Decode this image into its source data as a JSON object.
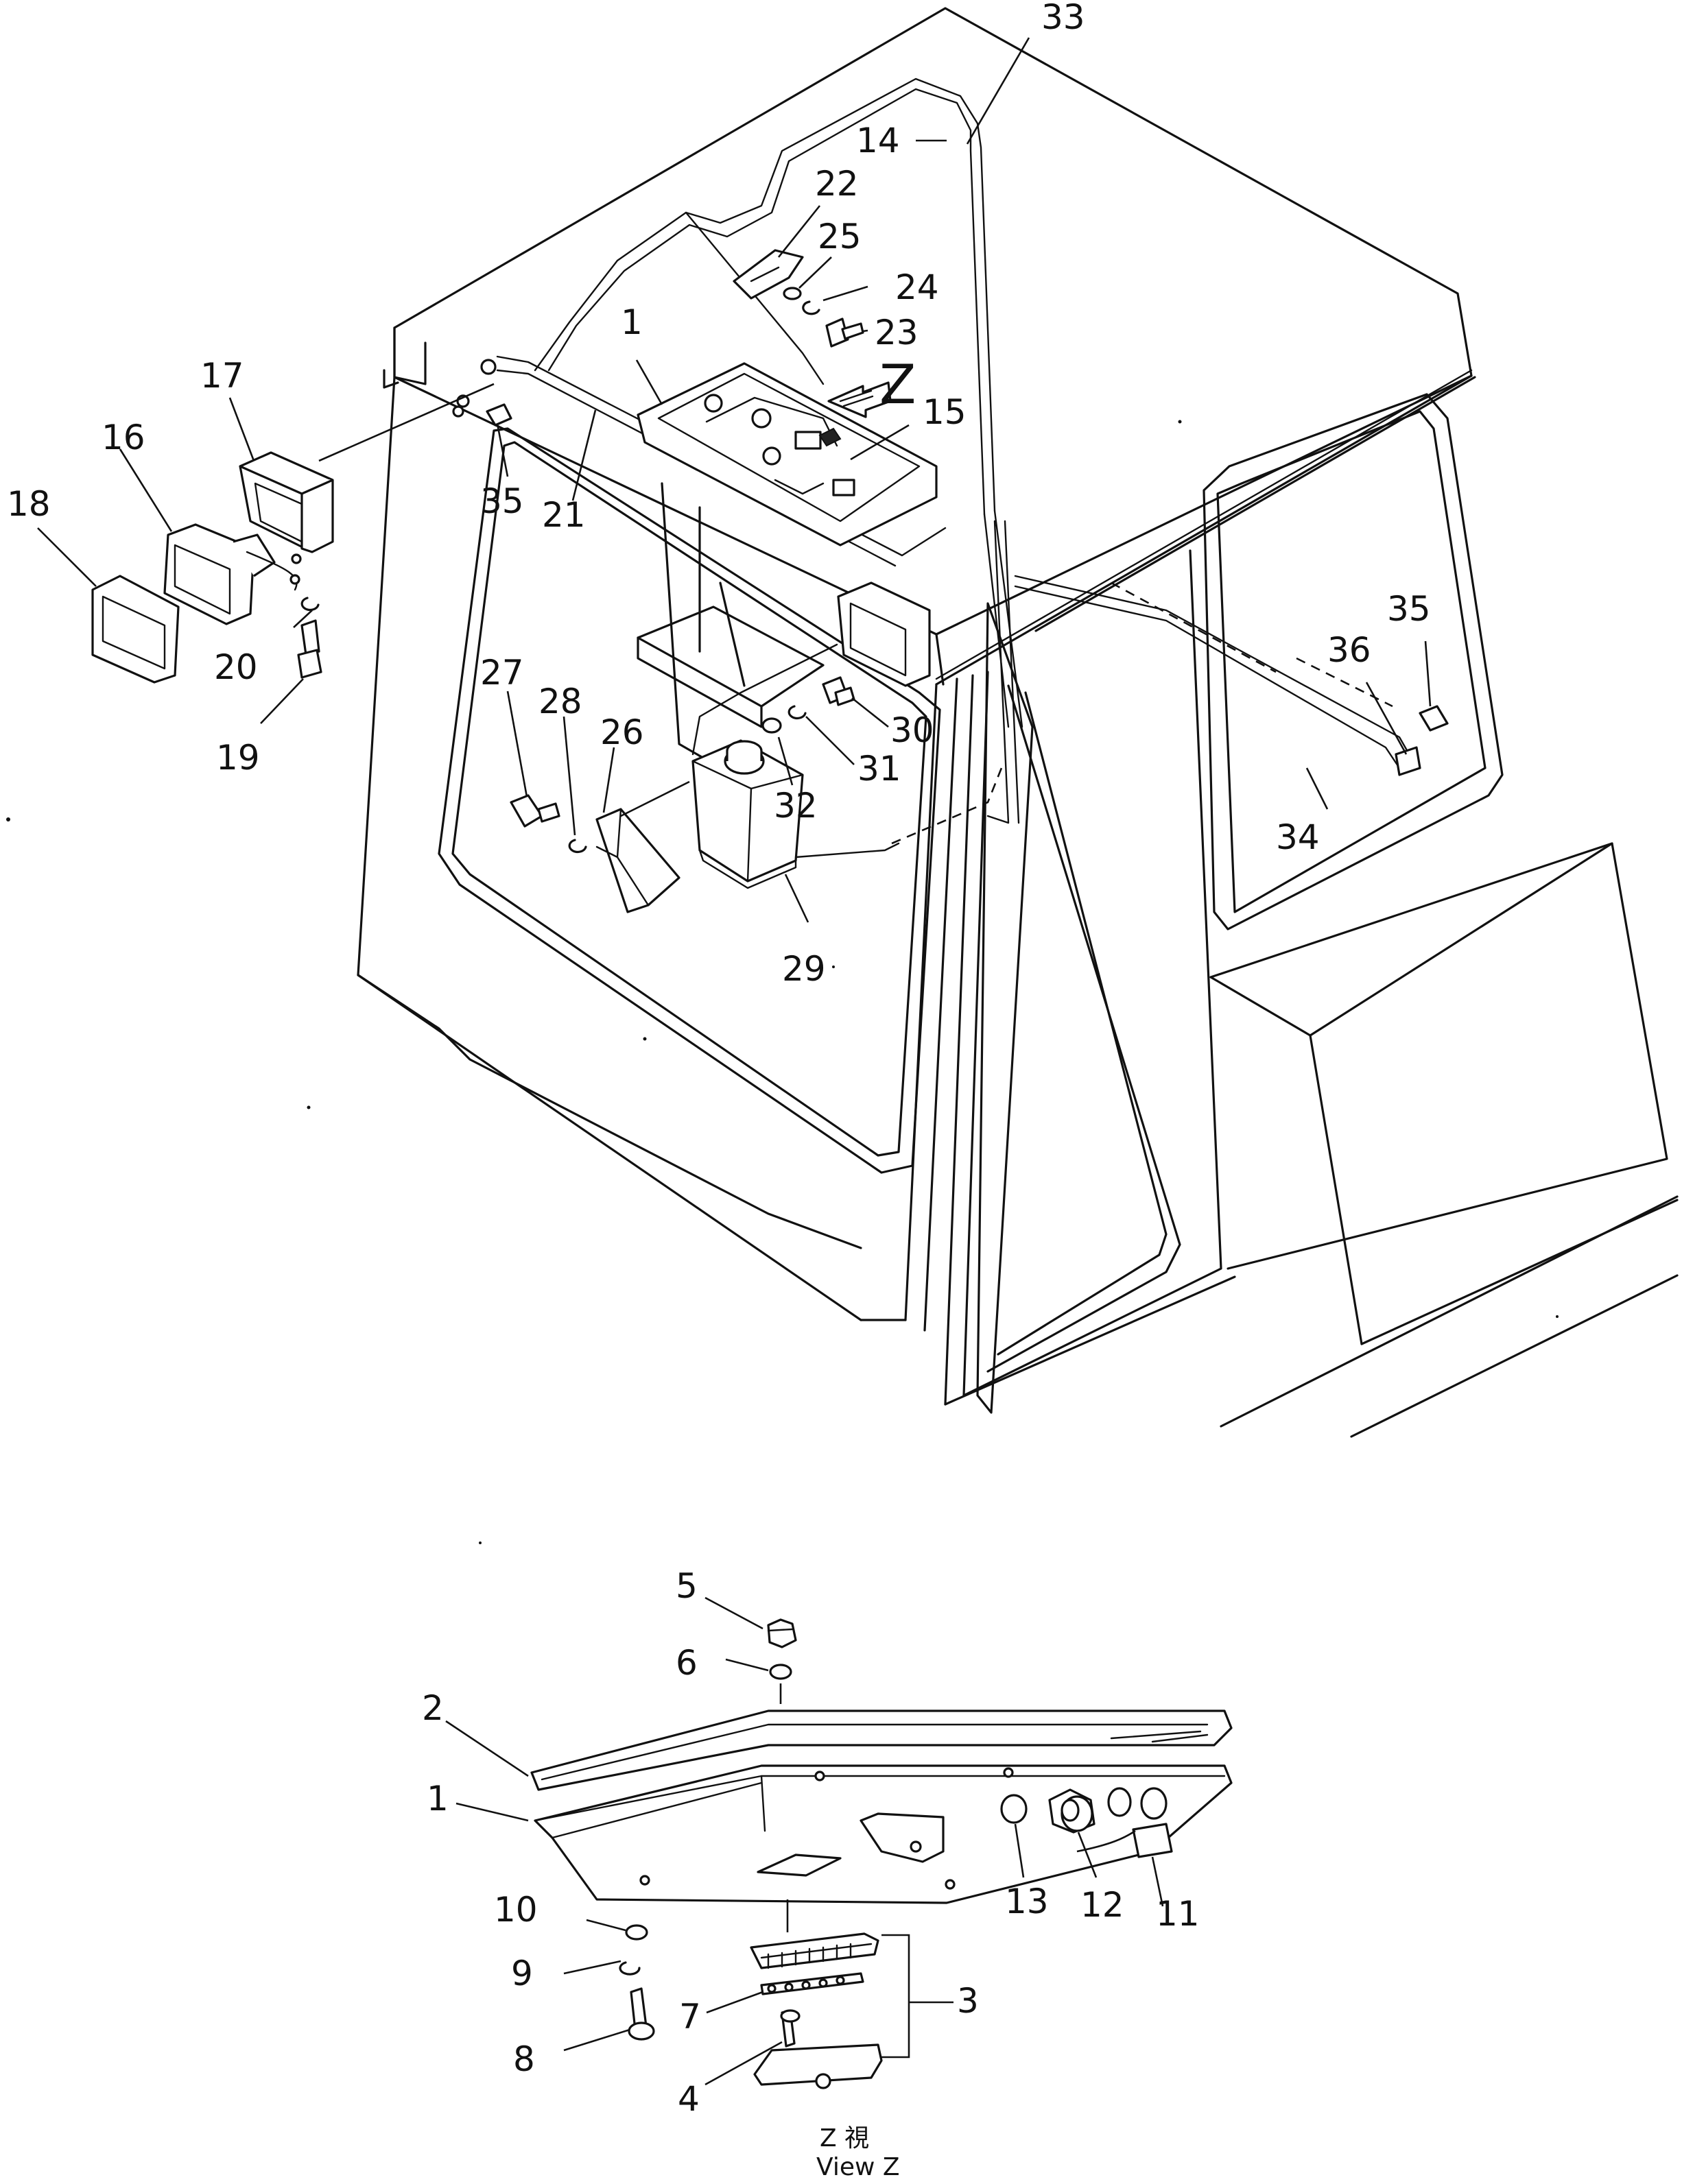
{
  "main_view": {
    "labels": {
      "l33": "33",
      "l14": "14",
      "l22": "22",
      "l25": "25",
      "l24": "24",
      "l23": "23",
      "l1": "1",
      "l15": "15",
      "l17": "17",
      "l16": "16",
      "l18": "18",
      "l35a": "35",
      "l21": "21",
      "l20": "20",
      "l19": "19",
      "l27": "27",
      "l28": "28",
      "l26": "26",
      "l30": "30",
      "l31": "31",
      "l32": "32",
      "l29": "29",
      "l35b": "35",
      "l36": "36",
      "l34": "34"
    },
    "view_marker": "Z"
  },
  "view_z": {
    "labels": {
      "l5": "5",
      "l6": "6",
      "l2": "2",
      "l1": "1",
      "l10": "10",
      "l9": "9",
      "l8": "8",
      "l7": "7",
      "l4": "4",
      "l3": "3",
      "l13": "13",
      "l12": "12",
      "l11": "11"
    },
    "caption_jp": "Z 視",
    "caption_en": "View Z"
  }
}
